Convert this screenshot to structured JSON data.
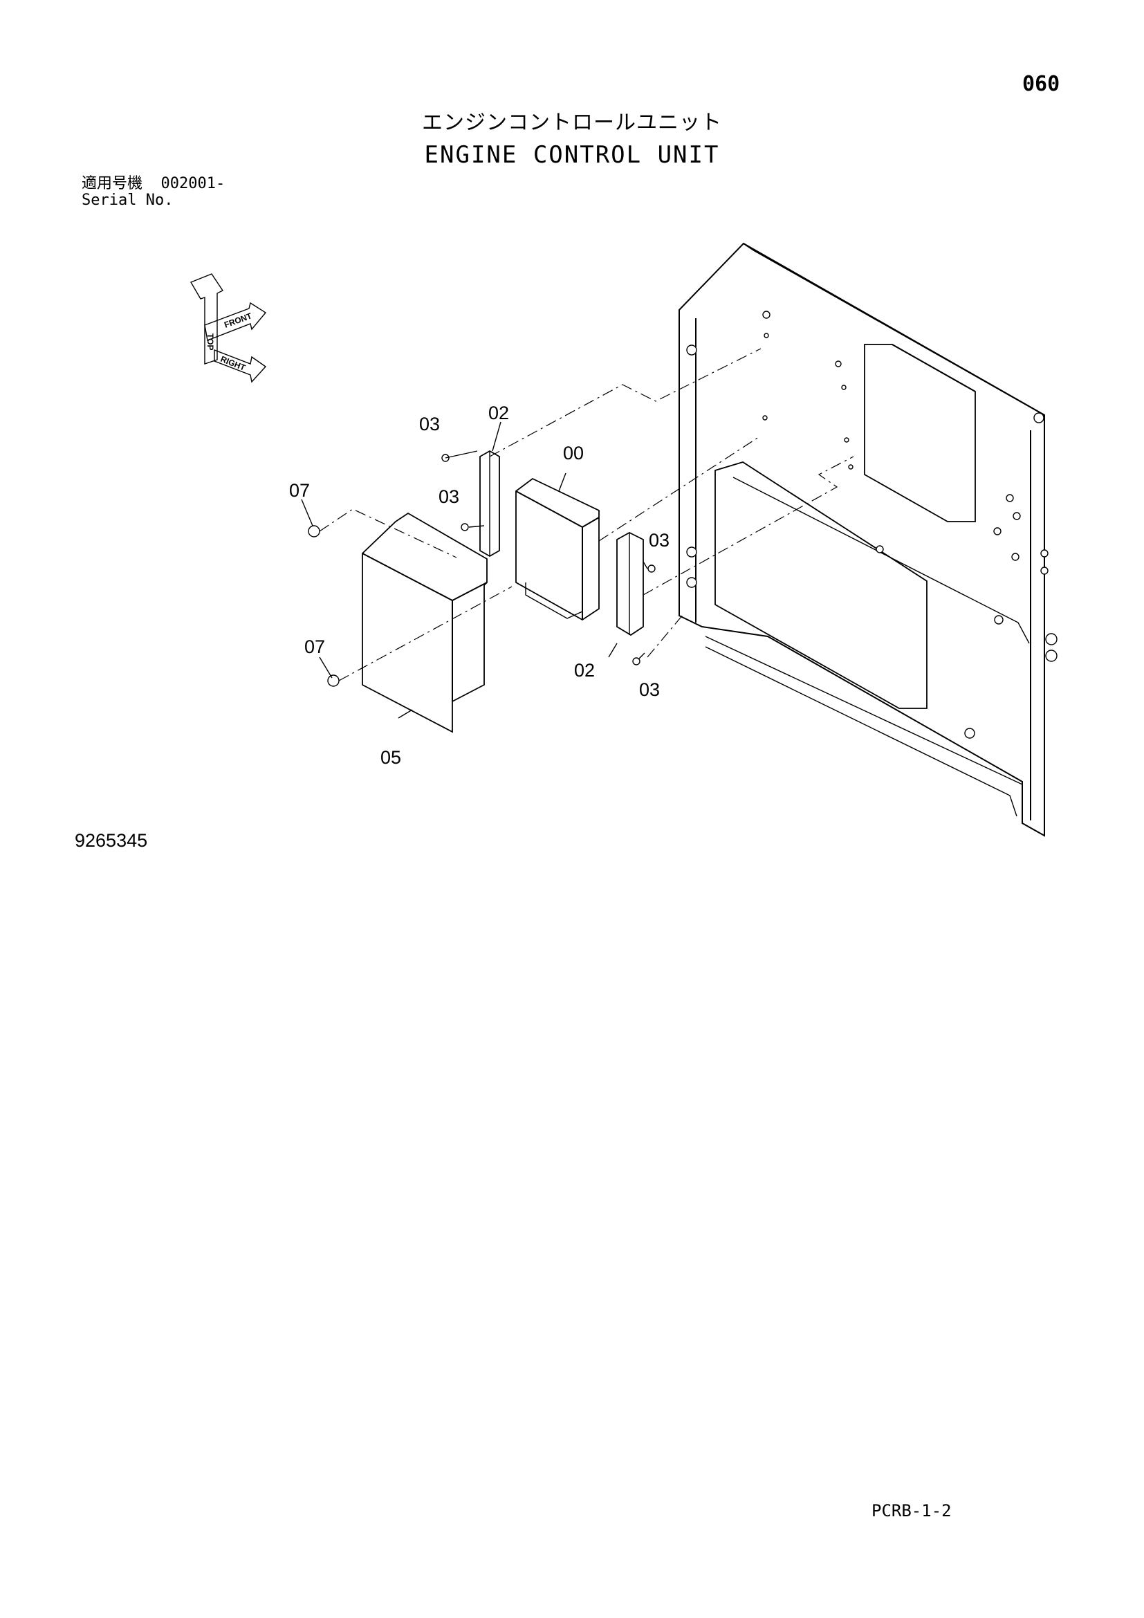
{
  "header": {
    "page_number": "060",
    "title_ja": "エンジンコントロールユニット",
    "title_en": "ENGINE CONTROL UNIT"
  },
  "serial": {
    "label_ja": "適用号機",
    "range": "002001-",
    "label_en": "Serial No."
  },
  "orientation_arrows": {
    "top": "TOP",
    "front": "FRONT",
    "right": "RIGHT"
  },
  "callouts": {
    "c00": "00",
    "c02a": "02",
    "c02b": "02",
    "c03a": "03",
    "c03b": "03",
    "c03c": "03",
    "c03d": "03",
    "c05": "05",
    "c07a": "07",
    "c07b": "07"
  },
  "footer": {
    "drawing_number": "9265345",
    "page_code": "PCRB-1-2"
  }
}
